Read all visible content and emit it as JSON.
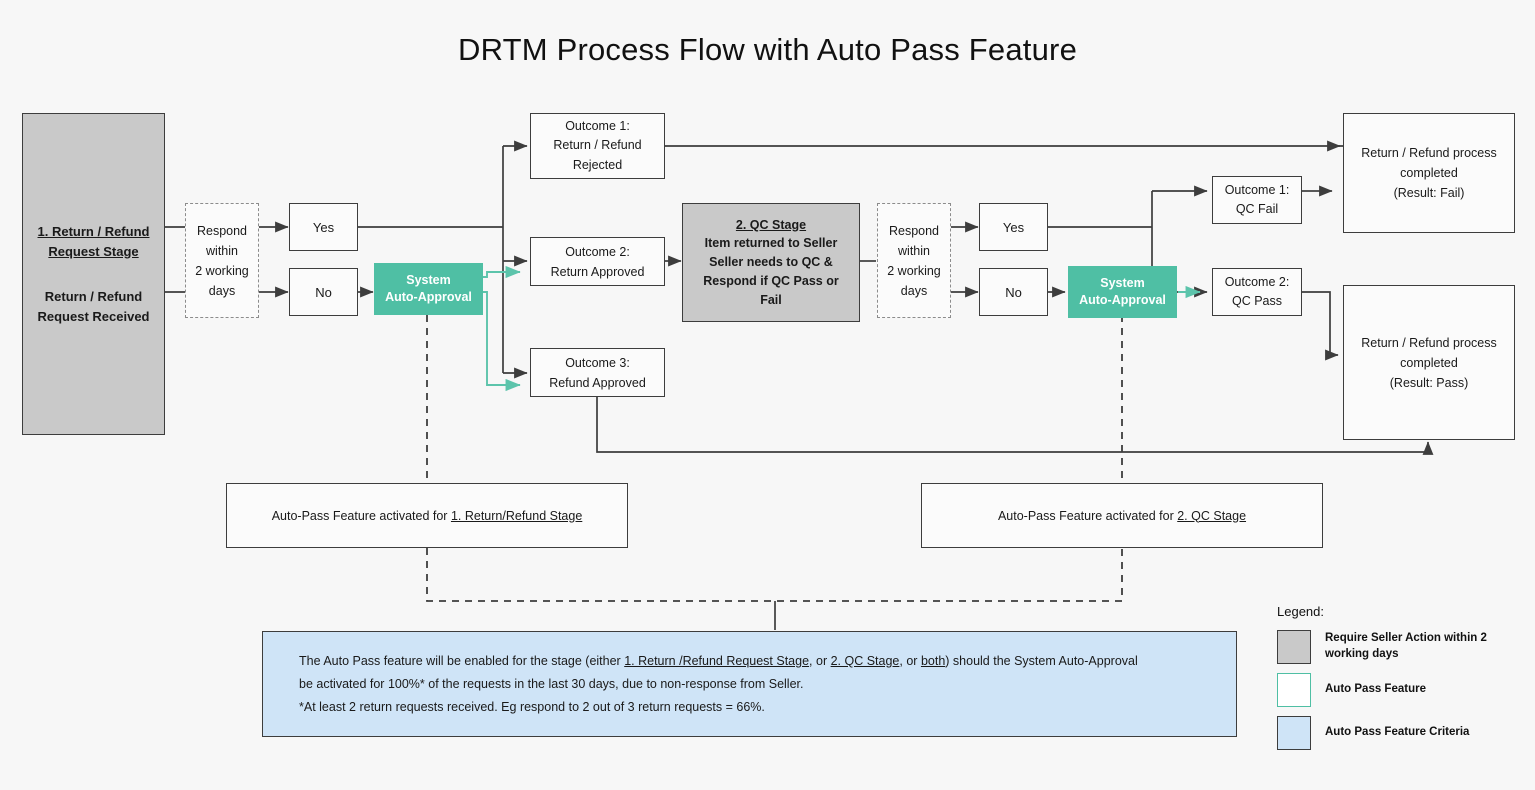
{
  "title": "DRTM Process Flow with Auto Pass Feature",
  "colors": {
    "background": "#f7f7f7",
    "stage_gray": "#c9c9c9",
    "auto_approval_teal": "#4fbfa4",
    "criteria_blue": "#cfe4f7",
    "outline": "#3d3d3d"
  },
  "stage1": {
    "heading": "1. Return / Refund Request Stage",
    "line1": "Return / Refund",
    "line2": "Request Received"
  },
  "respond1": {
    "l1": "Respond",
    "l2": "within",
    "l3": "2 working",
    "l4": "days"
  },
  "decision1": {
    "yes": "Yes",
    "no": "No"
  },
  "auto_approval_1": {
    "l1": "System",
    "l2": "Auto-Approval"
  },
  "outcome1": {
    "l1": "Outcome 1:",
    "l2": "Return / Refund",
    "l3": "Rejected"
  },
  "outcome2": {
    "l1": "Outcome 2:",
    "l2": "Return Approved"
  },
  "outcome3": {
    "l1": "Outcome 3:",
    "l2": "Refund Approved"
  },
  "stage2": {
    "heading": "2. QC Stage",
    "line1": "Item returned to Seller",
    "line2": "Seller needs to QC &",
    "line3": "Respond if QC Pass or",
    "line4": "Fail"
  },
  "respond2": {
    "l1": "Respond",
    "l2": "within",
    "l3": "2 working",
    "l4": "days"
  },
  "decision2": {
    "yes": "Yes",
    "no": "No"
  },
  "auto_approval_2": {
    "l1": "System",
    "l2": "Auto-Approval"
  },
  "qc_outcome1": {
    "l1": "Outcome 1:",
    "l2": "QC Fail"
  },
  "qc_outcome2": {
    "l1": "Outcome 2:",
    "l2": "QC Pass"
  },
  "final_fail": {
    "l1": "Return / Refund process",
    "l2": "completed",
    "l3": "(Result: Fail)"
  },
  "final_pass": {
    "l1": "Return / Refund process",
    "l2": "completed",
    "l3": "(Result: Pass)"
  },
  "autopass1": {
    "prefix": "Auto-Pass Feature activated for ",
    "stage": "1. Return/Refund Stage"
  },
  "autopass2": {
    "prefix": "Auto-Pass Feature activated for ",
    "stage": "2. QC Stage"
  },
  "criteria": {
    "p1_a": "The Auto Pass feature will be enabled for the stage (either ",
    "p1_u1": "1. Return /Refund Request Stage",
    "p1_b": ", or ",
    "p1_u2": "2. QC Stage",
    "p1_c": ", or ",
    "p1_u3": "both",
    "p1_d": ") should the System Auto-Approval",
    "p2": "be activated for 100%* of the requests in the last 30 days, due to non-response from Seller.",
    "p3": "*At least 2 return requests received. Eg respond to 2 out of 3 return requests = 66%."
  },
  "legend": {
    "title": "Legend:",
    "items": [
      {
        "label": "Require Seller Action within 2 working days",
        "swatch": "gray-swatch"
      },
      {
        "label": "Auto Pass Feature",
        "swatch": "auto-pass-swatch"
      },
      {
        "label": "Auto Pass Feature Criteria",
        "swatch": "criteria-swatch"
      }
    ]
  }
}
